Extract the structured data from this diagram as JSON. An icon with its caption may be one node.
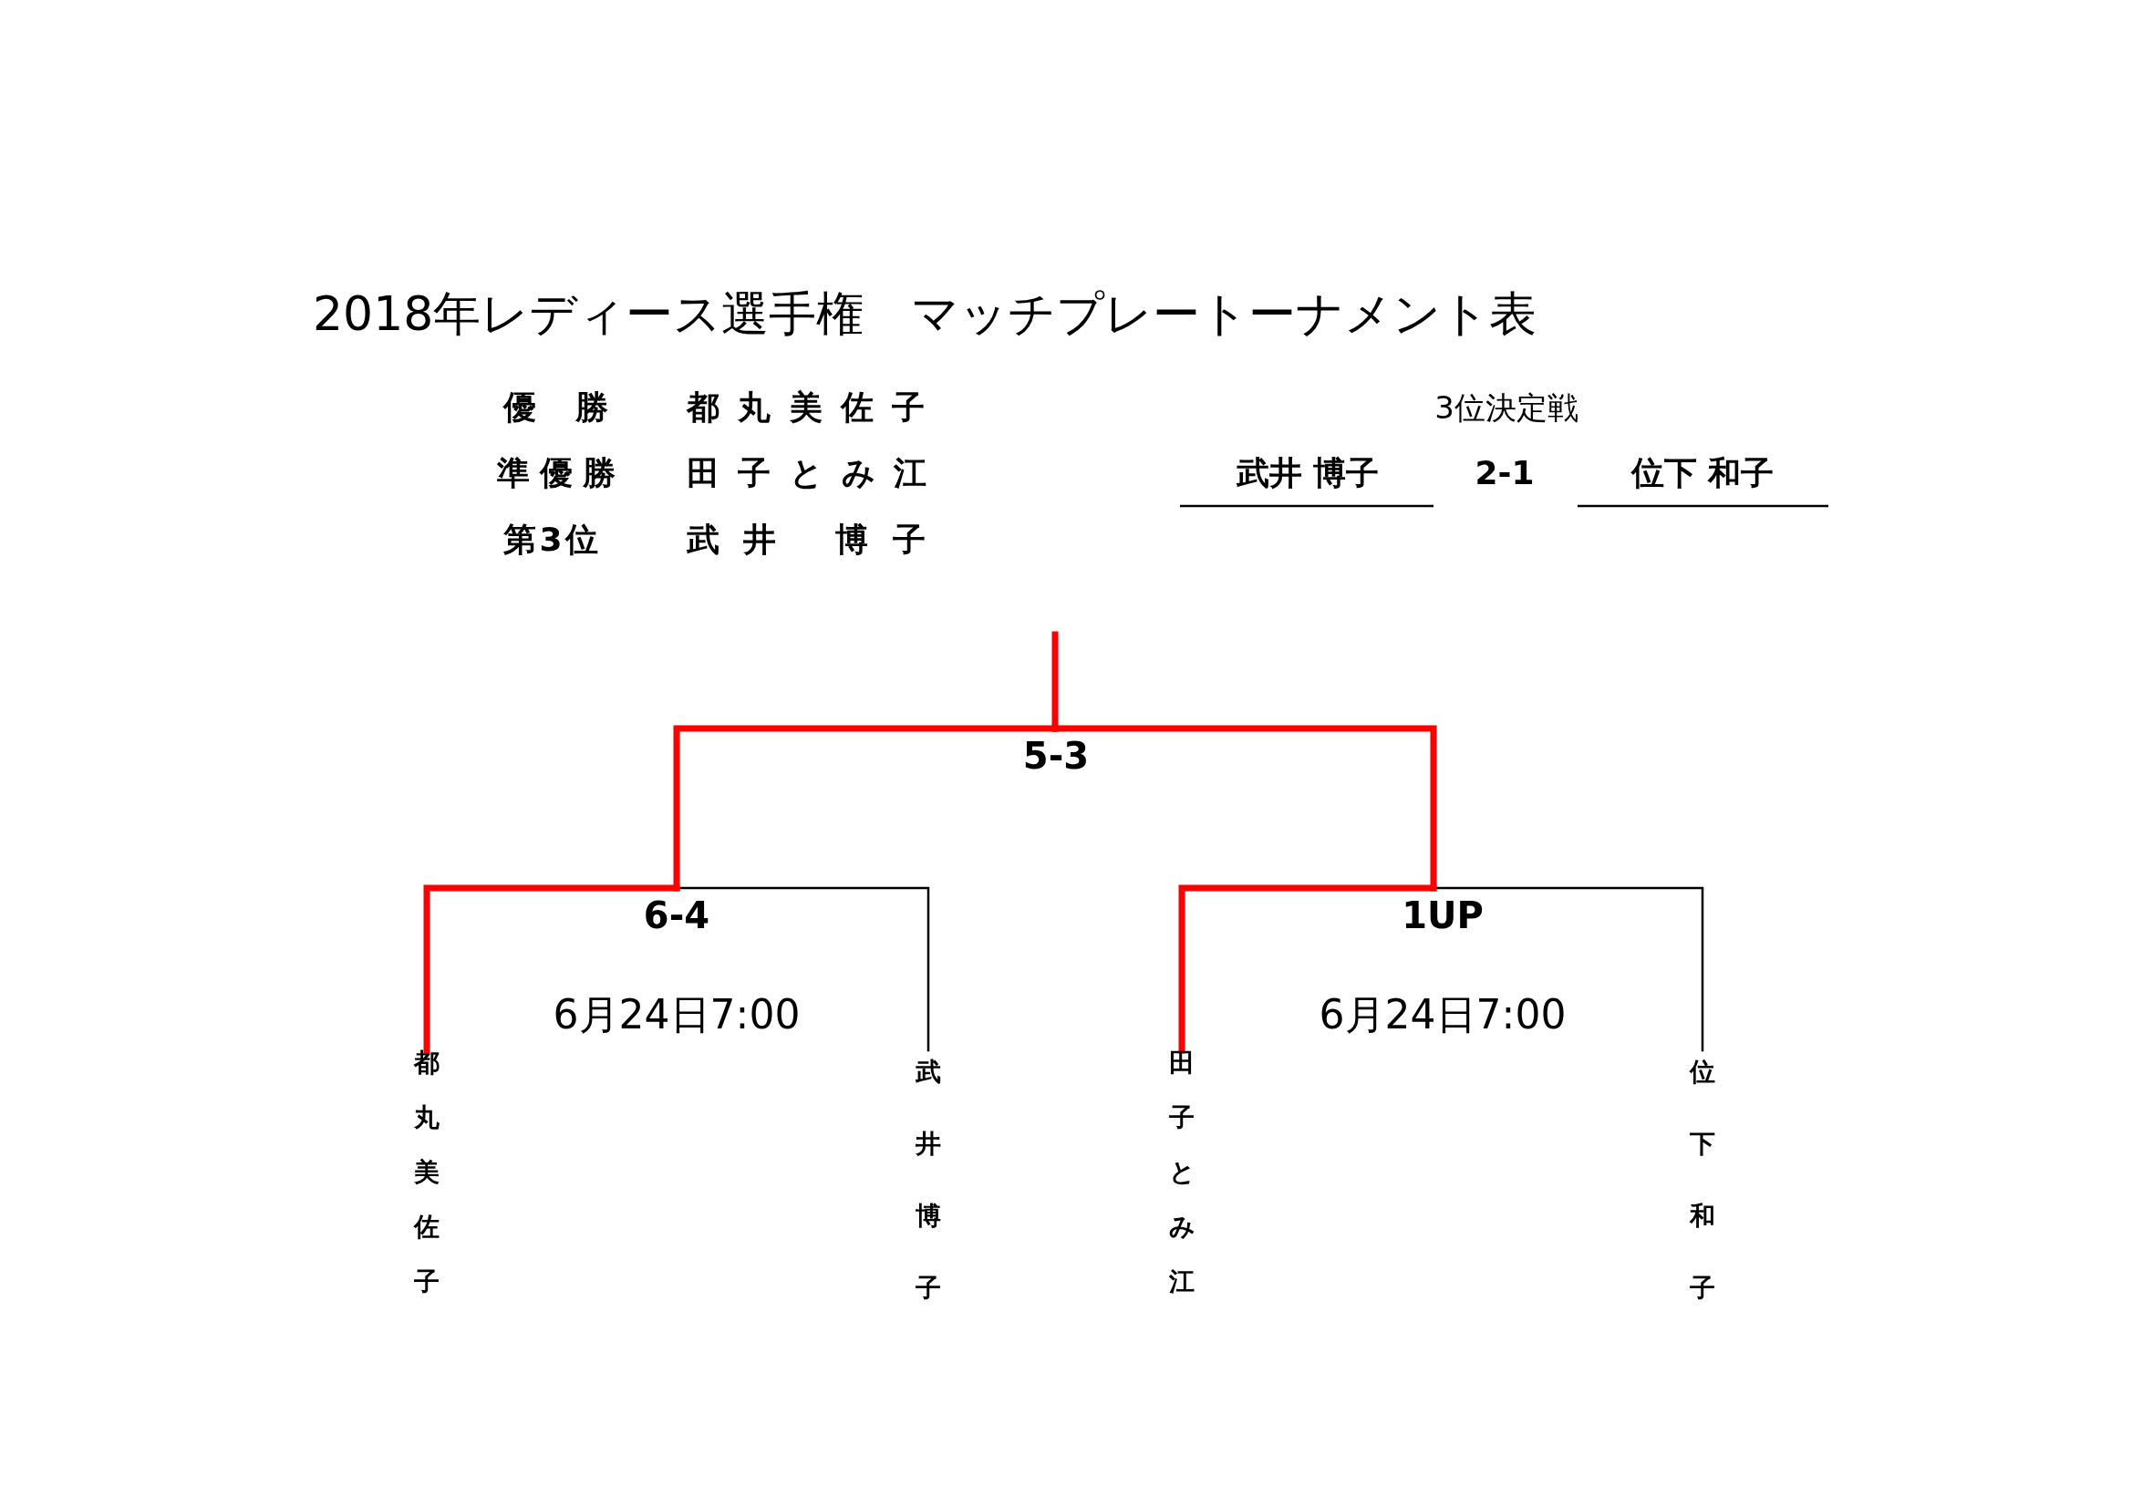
{
  "diagram": {
    "title": "2018年レディース選手権　マッチプレートーナメント表",
    "nodes": [
      {
        "text": [
          "都丸美佐子"
        ]
      },
      {
        "text": [
          "武井博子"
        ]
      },
      {
        "text": [
          "田子とみ江"
        ]
      },
      {
        "text": [
          "位下和子"
        ]
      },
      {
        "text": [
          "6-4"
        ],
        "beside": [
          "6月24日7:00"
        ]
      },
      {
        "text": [
          "1UP"
        ],
        "beside": [
          "6月24日7:00"
        ]
      },
      {
        "text": [
          "5-3"
        ]
      }
    ],
    "edges": [
      {
        "from": 0,
        "to": 4,
        "arrow": "none"
      },
      {
        "from": 1,
        "to": 4,
        "arrow": "none",
        "color": "#000000"
      },
      {
        "from": 2,
        "to": 5,
        "arrow": "none"
      },
      {
        "from": 3,
        "to": 5,
        "arrow": "none",
        "color": "#000000"
      },
      {
        "from": 4,
        "to": 6,
        "arrow": "none"
      },
      {
        "from": 5,
        "to": 6,
        "arrow": "none"
      },
      {
        "from": 6,
        "to": null,
        "arrow": "none"
      }
    ],
    "labels": [
      "優勝",
      "都丸美佐子",
      "3位決定戦",
      "準優勝",
      "田子とみ江",
      "武井 博子",
      "2-1",
      "位下 和子",
      "第3位",
      "武井 博子"
    ]
  }
}
